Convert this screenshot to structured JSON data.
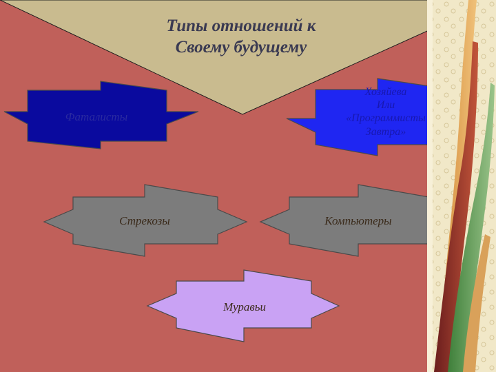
{
  "slide": {
    "title": "Типы отношений к\nСвоему будущему",
    "background_color": "#c0605a",
    "triangle_color": "#c9bb8f"
  },
  "shapes": [
    {
      "label": "Фаталисты",
      "fill": "#0a0a9e"
    },
    {
      "label": "Хозяйева\nИли\n«Программисты\nЗавтра»",
      "fill": "#1f26f2"
    },
    {
      "label": "Стрекозы",
      "fill": "#7c7c7c"
    },
    {
      "label": "Компьютеры",
      "fill": "#7c7c7c"
    },
    {
      "label": "Муравьи",
      "fill": "#c9a2f4"
    }
  ]
}
